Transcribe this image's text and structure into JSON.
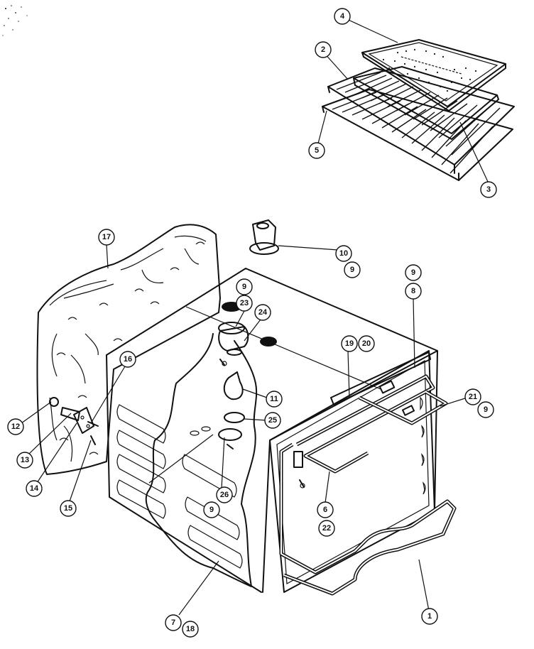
{
  "callouts": [
    {
      "id": "c1",
      "label": "1"
    },
    {
      "id": "c2",
      "label": "2"
    },
    {
      "id": "c3",
      "label": "3"
    },
    {
      "id": "c4",
      "label": "4"
    },
    {
      "id": "c5",
      "label": "5"
    },
    {
      "id": "c6",
      "label": "6"
    },
    {
      "id": "c22",
      "label": "22"
    },
    {
      "id": "c7",
      "label": "7"
    },
    {
      "id": "c18",
      "label": "18"
    },
    {
      "id": "c8",
      "label": "8"
    },
    {
      "id": "c9a",
      "label": "9"
    },
    {
      "id": "c9b",
      "label": "9"
    },
    {
      "id": "c9c",
      "label": "9"
    },
    {
      "id": "c9d",
      "label": "9"
    },
    {
      "id": "c9e",
      "label": "9"
    },
    {
      "id": "c10",
      "label": "10"
    },
    {
      "id": "c11",
      "label": "11"
    },
    {
      "id": "c12",
      "label": "12"
    },
    {
      "id": "c13",
      "label": "13"
    },
    {
      "id": "c14",
      "label": "14"
    },
    {
      "id": "c15",
      "label": "15"
    },
    {
      "id": "c16",
      "label": "16"
    },
    {
      "id": "c17",
      "label": "17"
    },
    {
      "id": "c19",
      "label": "19"
    },
    {
      "id": "c20",
      "label": "20"
    },
    {
      "id": "c21",
      "label": "21"
    },
    {
      "id": "c23",
      "label": "23"
    },
    {
      "id": "c24",
      "label": "24"
    },
    {
      "id": "c25",
      "label": "25"
    },
    {
      "id": "c26",
      "label": "26"
    }
  ]
}
